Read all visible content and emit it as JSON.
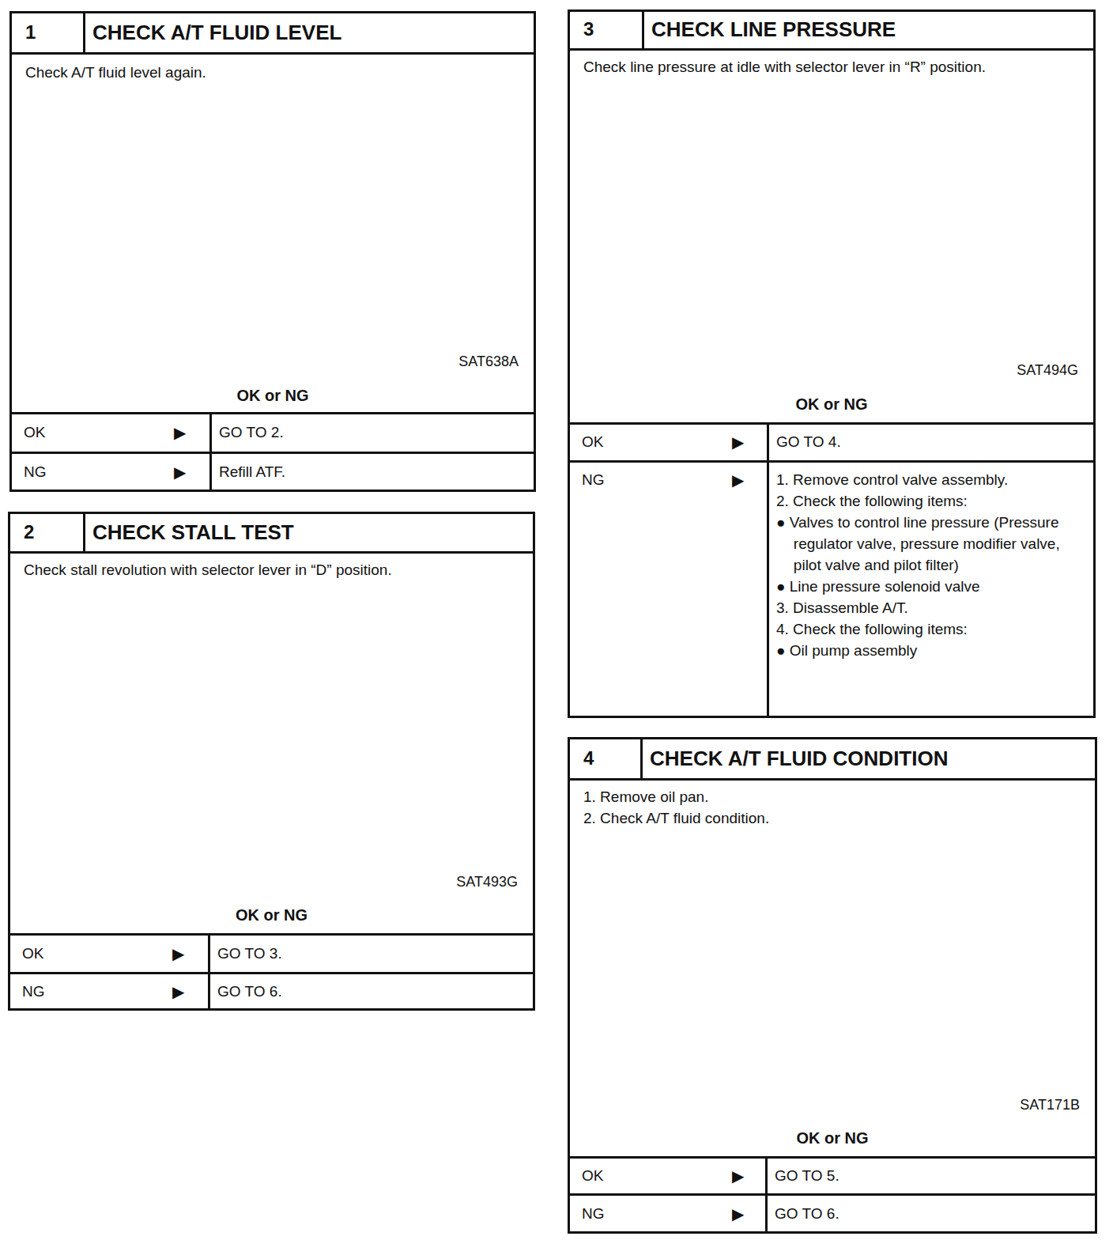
{
  "diagram": {
    "nodes": [
      {
        "text": [
          "1",
          "CHECK A/T FLUID LEVEL",
          "Check A/T fluid level again.",
          "SAT638A",
          "OK or NG",
          "OK",
          "▶",
          "GO TO 2.",
          "NG",
          "▶",
          "Refill ATF."
        ]
      },
      {
        "text": [
          "2",
          "CHECK STALL TEST",
          "Check stall revolution with selector lever in “D” position.",
          "SAT493G",
          "OK or NG",
          "OK",
          "▶",
          "GO TO 3.",
          "NG",
          "▶",
          "GO TO 6."
        ]
      },
      {
        "text": [
          "3",
          "CHECK LINE PRESSURE",
          "Check line pressure at idle with selector lever in “R” position.",
          "SAT494G",
          "OK or NG",
          "OK",
          "▶",
          "GO TO 4.",
          "NG",
          "▶",
          "1. Remove control valve assembly.",
          "2. Check the following items:",
          "● Valves to control line pressure (Pressure regulator valve, pressure modifier valve, pilot valve and pilot filter)",
          "● Line pressure solenoid valve",
          "3. Disassemble A/T.",
          "4. Check the following items:",
          "● Oil pump assembly"
        ]
      },
      {
        "text": [
          "4",
          "CHECK A/T FLUID CONDITION",
          "1. Remove oil pan.",
          "2. Check A/T fluid condition.",
          "SAT171B",
          "OK or NG",
          "OK",
          "▶",
          "GO TO 5.",
          "NG",
          "▶",
          "GO TO 6."
        ]
      }
    ]
  }
}
